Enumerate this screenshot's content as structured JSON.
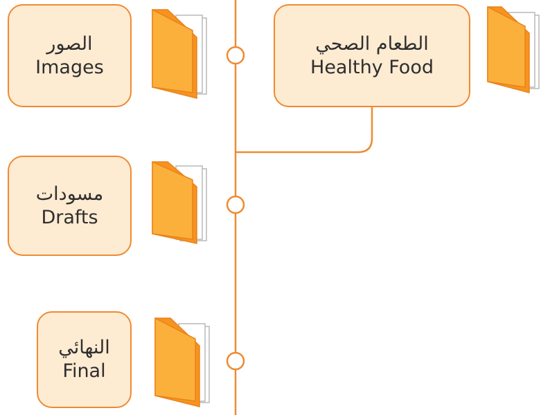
{
  "colors": {
    "box_fill": "#fdebd2",
    "box_border": "#ee8a32",
    "line": "#ee8a32",
    "folder_front": "#fbb03b",
    "folder_back": "#f7931e",
    "folder_edge": "#e9821b",
    "paper": "#ffffff",
    "paper_edge": "#b9b9b9"
  },
  "folders": [
    {
      "arabic": "الطعام الصحي",
      "english": "Healthy Food"
    },
    {
      "arabic": "الصور",
      "english": "Images"
    },
    {
      "arabic": "مسودات",
      "english": "Drafts"
    },
    {
      "arabic": "النهائي",
      "english": "Final"
    }
  ],
  "icons": [
    "folder-icon",
    "folder-icon",
    "folder-icon",
    "folder-icon"
  ]
}
